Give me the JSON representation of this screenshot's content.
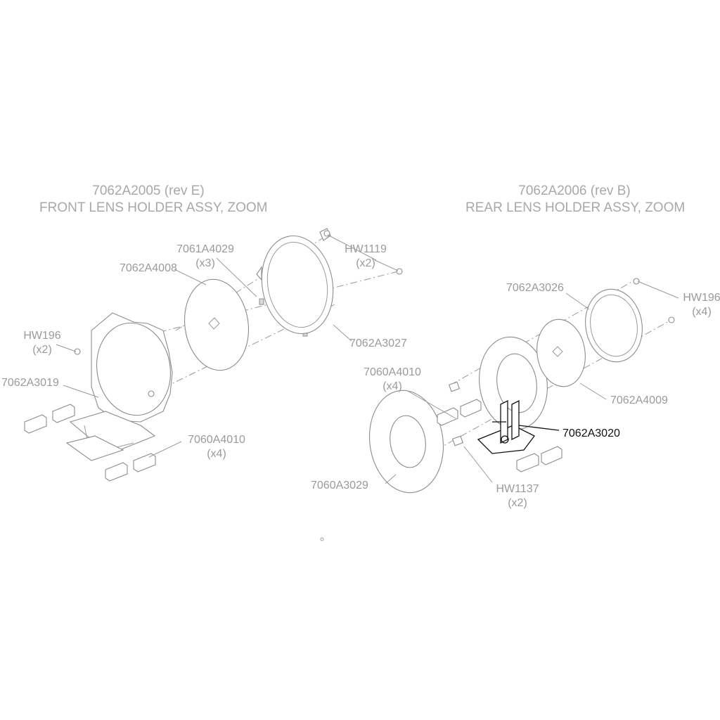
{
  "front_assembly": {
    "title_line1": "7062A2005 (rev E)",
    "title_line2": "FRONT LENS HOLDER ASSY, ZOOM"
  },
  "rear_assembly": {
    "title_line1": "7062A2006 (rev B)",
    "title_line2": "REAR LENS HOLDER ASSY, ZOOM"
  },
  "front_labels": {
    "part_7061A4029": {
      "number": "7061A4029",
      "qty": "(x3)"
    },
    "part_7062A4008": {
      "number": "7062A4008"
    },
    "part_HW1119": {
      "number": "HW1119",
      "qty": "(x2)"
    },
    "part_HW196": {
      "number": "HW196",
      "qty": "(x2)"
    },
    "part_7062A3027": {
      "number": "7062A3027"
    },
    "part_7062A3019": {
      "number": "7062A3019"
    },
    "part_7060A4010": {
      "number": "7060A4010",
      "qty": "(x4)"
    }
  },
  "rear_labels": {
    "part_7062A3026": {
      "number": "7062A3026"
    },
    "part_HW196": {
      "number": "HW196",
      "qty": "(x4)"
    },
    "part_7060A4010": {
      "number": "7060A4010",
      "qty": "(x4)"
    },
    "part_7062A4009": {
      "number": "7062A4009"
    },
    "part_7062A3020": {
      "number": "7062A3020",
      "highlighted": true
    },
    "part_7060A3029": {
      "number": "7060A3029"
    },
    "part_HW1137": {
      "number": "HW1137",
      "qty": "(x2)"
    }
  },
  "colors": {
    "muted_line": "#9a9a9a",
    "highlight": "#111111",
    "background": "#ffffff"
  }
}
